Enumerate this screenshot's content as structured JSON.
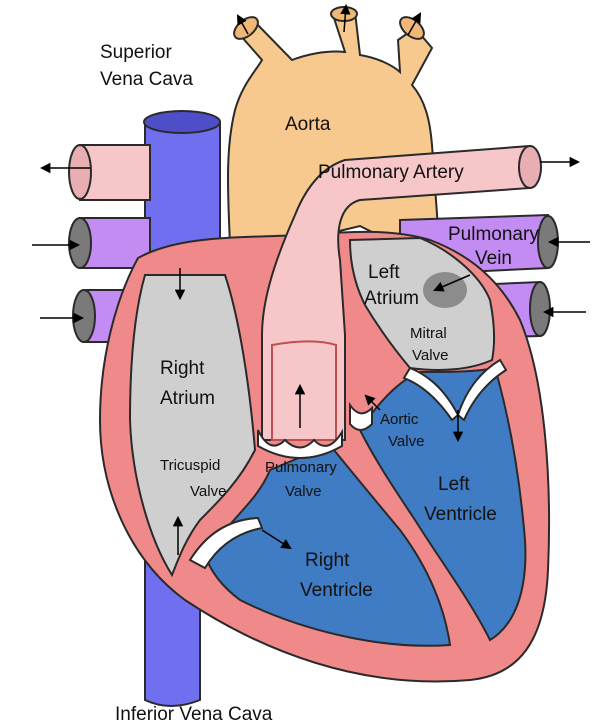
{
  "labels": {
    "superior_vena_cava": [
      "Superior",
      "Vena Cava"
    ],
    "aorta": "Aorta",
    "pulmonary_artery": "Pulmonary Artery",
    "pulmonary_vein": [
      "Pulmonary",
      "Vein"
    ],
    "left_atrium": [
      "Left",
      "Atrium"
    ],
    "mitral_valve": [
      "Mitral",
      "Valve"
    ],
    "right_atrium": [
      "Right",
      "Atrium"
    ],
    "aortic_valve": [
      "Aortic",
      "Valve"
    ],
    "tricuspid_valve": [
      "Tricuspid",
      "Valve"
    ],
    "pulmonary_valve": [
      "Pulmonary",
      "Valve"
    ],
    "left_ventricle": [
      "Left",
      "Ventricle"
    ],
    "right_ventricle": [
      "Right",
      "Ventricle"
    ],
    "inferior_vena_cava": "Inferior Vena Cava"
  },
  "colors": {
    "aorta": "#f7c98e",
    "pulmonary_artery": "#f6c6c8",
    "heart_wall": "#f08a8a",
    "vena_cava": "#6f6ff0",
    "pulmonary_vein": "#c38cf2",
    "atrium": "#cfcfcf",
    "ventricle": "#3f7cc4",
    "valve": "#ffffff"
  },
  "icons": [
    "arrow-icon"
  ]
}
